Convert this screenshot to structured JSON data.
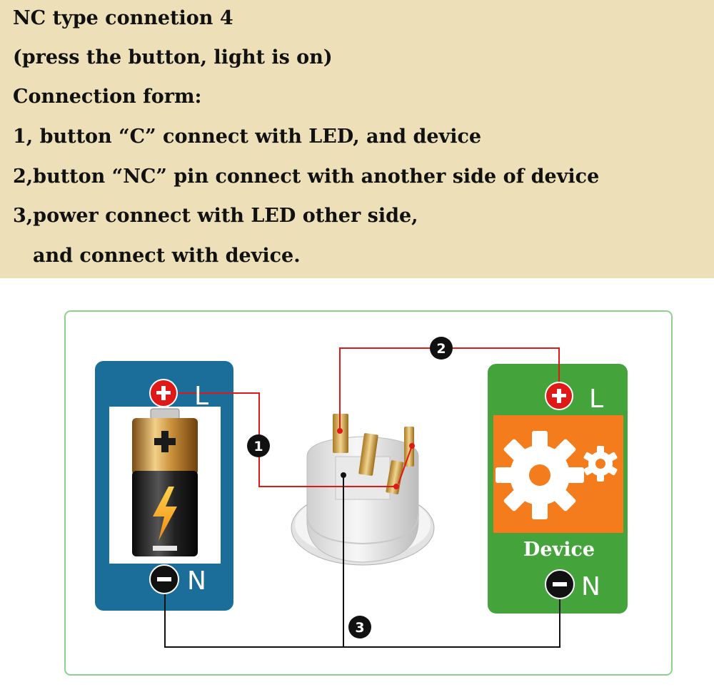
{
  "header": {
    "lines": [
      "NC type connetion 4",
      "(press the button, light is on)",
      "Connection form:",
      "1, button “C” connect with LED, and device",
      "2,button “NC” pin connect with another side of device",
      "3,power connect with LED other side,",
      "and connect with device."
    ]
  },
  "diagram": {
    "battery_panel": {
      "plus_label": "L",
      "minus_label": "N"
    },
    "device_panel": {
      "title": "Device",
      "plus_label": "L",
      "minus_label": "N"
    },
    "wire_markers": [
      "1",
      "2",
      "3"
    ],
    "colors": {
      "header_bg": "#ede0b9",
      "battery_panel": "#1c6e9a",
      "device_panel": "#44a33a",
      "device_gear_bg": "#f57c1c",
      "wire_positive": "#e01818",
      "wire_common": "#111111",
      "frame_border": "#8fcf8f"
    }
  }
}
